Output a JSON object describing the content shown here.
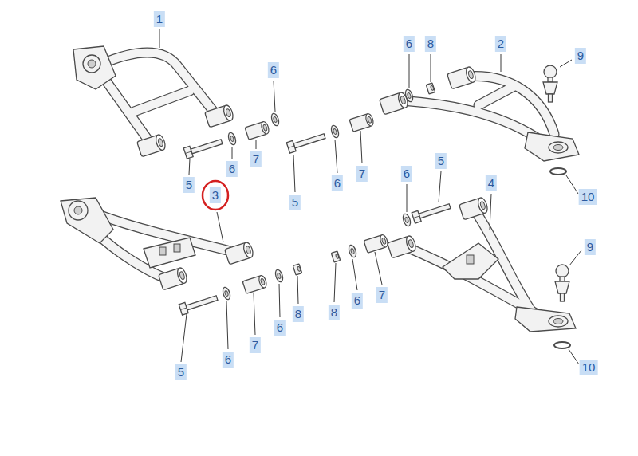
{
  "diagram": {
    "labels": [
      "1",
      "6",
      "8",
      "2",
      "9",
      "6",
      "6",
      "7",
      "5",
      "6",
      "7",
      "3",
      "5",
      "6",
      "5",
      "4",
      "10",
      "9",
      "8",
      "6",
      "7",
      "6",
      "8",
      "7",
      "6",
      "5",
      "10"
    ]
  }
}
